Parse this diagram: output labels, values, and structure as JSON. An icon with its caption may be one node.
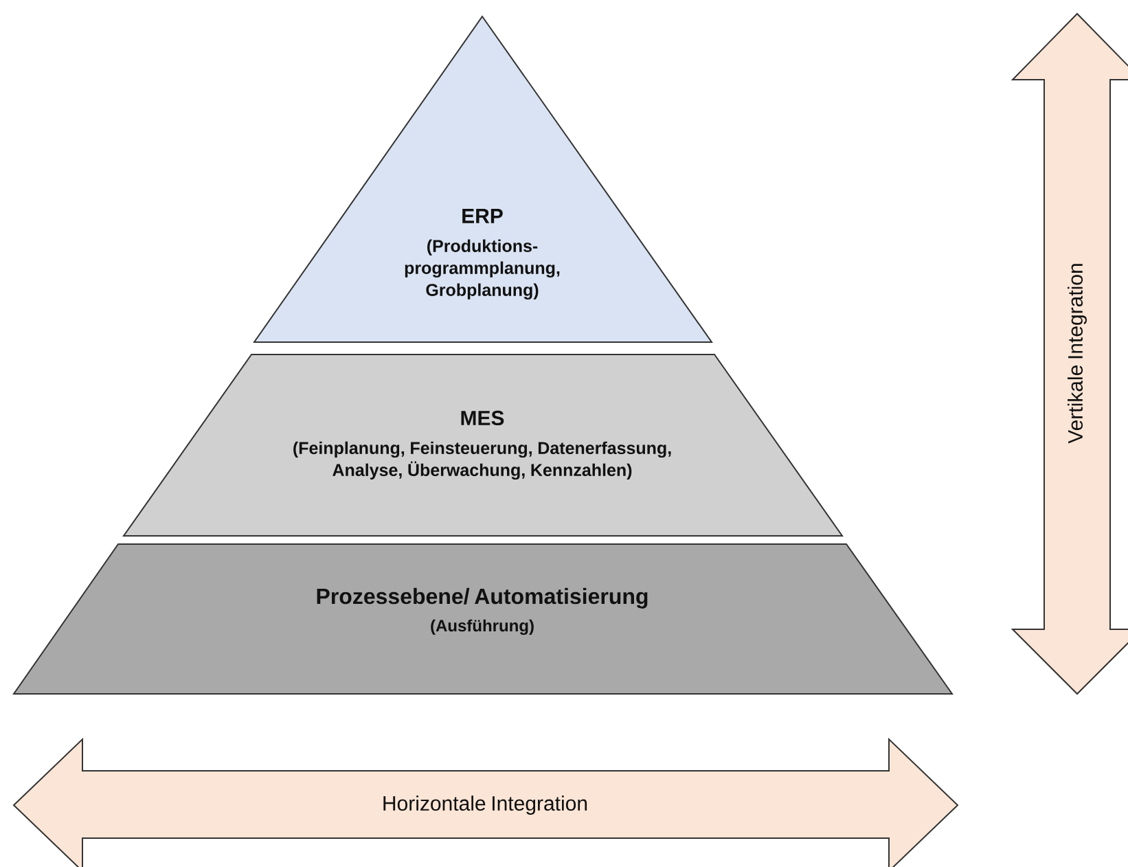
{
  "diagram": {
    "nodes": [
      {
        "text": [
          "ERP",
          "(Produktions- programmplanung, Grobplanung)"
        ]
      },
      {
        "text": [
          "MES",
          "(Feinplanung, Feinsteuerung, Datenerfassung, Analyse, Überwachung, Kennzahlen)"
        ]
      },
      {
        "text": [
          "Prozessebene/ Automatisierung",
          "(Ausführung)"
        ]
      },
      {
        "text": [
          "Vertikale Integration"
        ]
      },
      {
        "text": [
          "Horizontale Integration"
        ]
      }
    ]
  }
}
